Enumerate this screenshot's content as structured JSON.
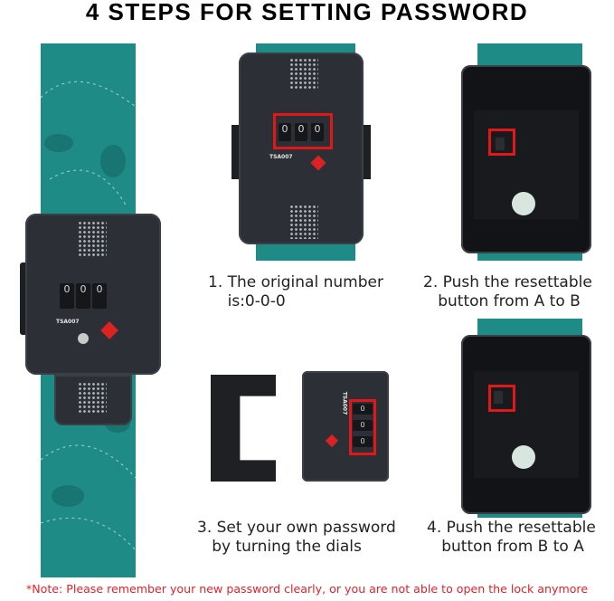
{
  "title": "4 STEPS FOR SETTING PASSWORD",
  "lock_label": "TSA007",
  "steps": [
    {
      "line1": "1. The original number",
      "line2": "    is:0-0-0"
    },
    {
      "line1": "2. Push the resettable",
      "line2": "   button from A to B"
    },
    {
      "line1": "3. Set your own password",
      "line2": "   by turning the dials"
    },
    {
      "line1": "4. Push the resettable",
      "line2": "   button from B to A"
    }
  ],
  "note": "*Note: Please remember your new password clearly, or you are not able to open the lock anymore",
  "colors": {
    "strap": "#1e8b86",
    "lock": "#2c3036",
    "highlight": "#e01818",
    "note": "#e0222a"
  }
}
